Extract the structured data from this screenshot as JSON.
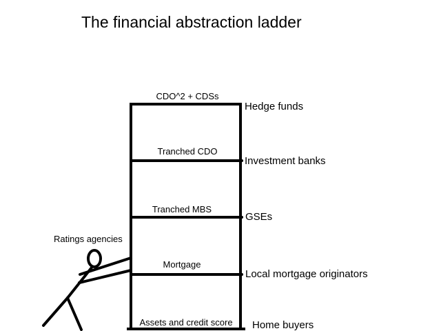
{
  "title": "The financial abstraction ladder",
  "ladder": {
    "rungs": [
      {
        "label": "CDO^2 + CDSs",
        "actor": "Hedge funds"
      },
      {
        "label": "Tranched CDO",
        "actor": "Investment banks"
      },
      {
        "label": "Tranched MBS",
        "actor": "GSEs"
      },
      {
        "label": "Mortgage",
        "actor": "Local mortgage originators"
      },
      {
        "label": "Assets and credit score",
        "actor": "Home buyers"
      }
    ]
  },
  "figure": {
    "label": "Ratings agencies"
  },
  "colors": {
    "ink": "#000000",
    "background": "#ffffff"
  }
}
